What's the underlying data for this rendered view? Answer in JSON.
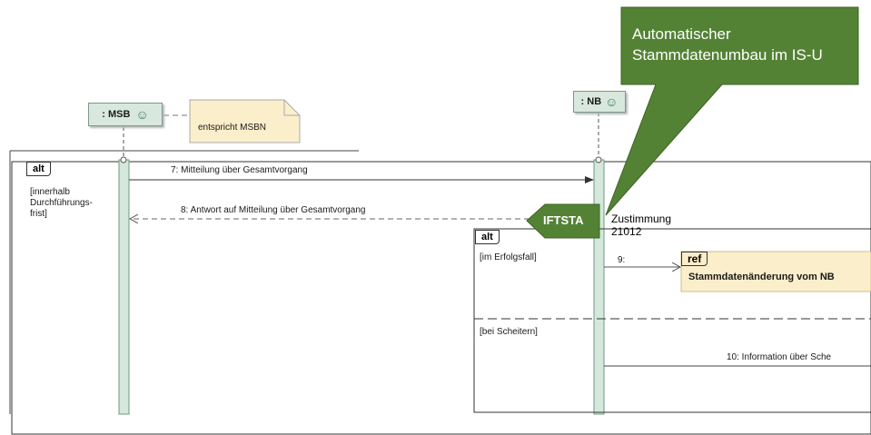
{
  "lifelines": {
    "msb": {
      "label": ": MSB"
    },
    "nb": {
      "label": ": NB"
    }
  },
  "note": {
    "text": "entspricht MSBN"
  },
  "callout": {
    "text_line1": "Automatischer",
    "text_line2": "Stammdatenumbau im IS-U",
    "color": "#548235"
  },
  "badge": {
    "text": "IFTSTA",
    "color": "#548235"
  },
  "fragments": {
    "outer": {
      "keyword": "alt",
      "guard_line1": "[innerhalb",
      "guard_line2": "Durchführungs-",
      "guard_line3": "frist]"
    },
    "inner": {
      "keyword": "alt",
      "guard1": "[im Erfolgsfall]",
      "guard2": "[bei Scheitern]"
    }
  },
  "messages": {
    "m7": "7: Mitteilung über Gesamtvorgang",
    "m8": "8:  Antwort auf Mitteilung über Gesamtvorgang",
    "m9": "9:",
    "m10": "10: Information über Sche"
  },
  "ref": {
    "keyword": "ref",
    "text": "Stammdatenänderung vom NB"
  },
  "zustimmung": {
    "line1": "Zustimmung",
    "line2": "21012"
  }
}
